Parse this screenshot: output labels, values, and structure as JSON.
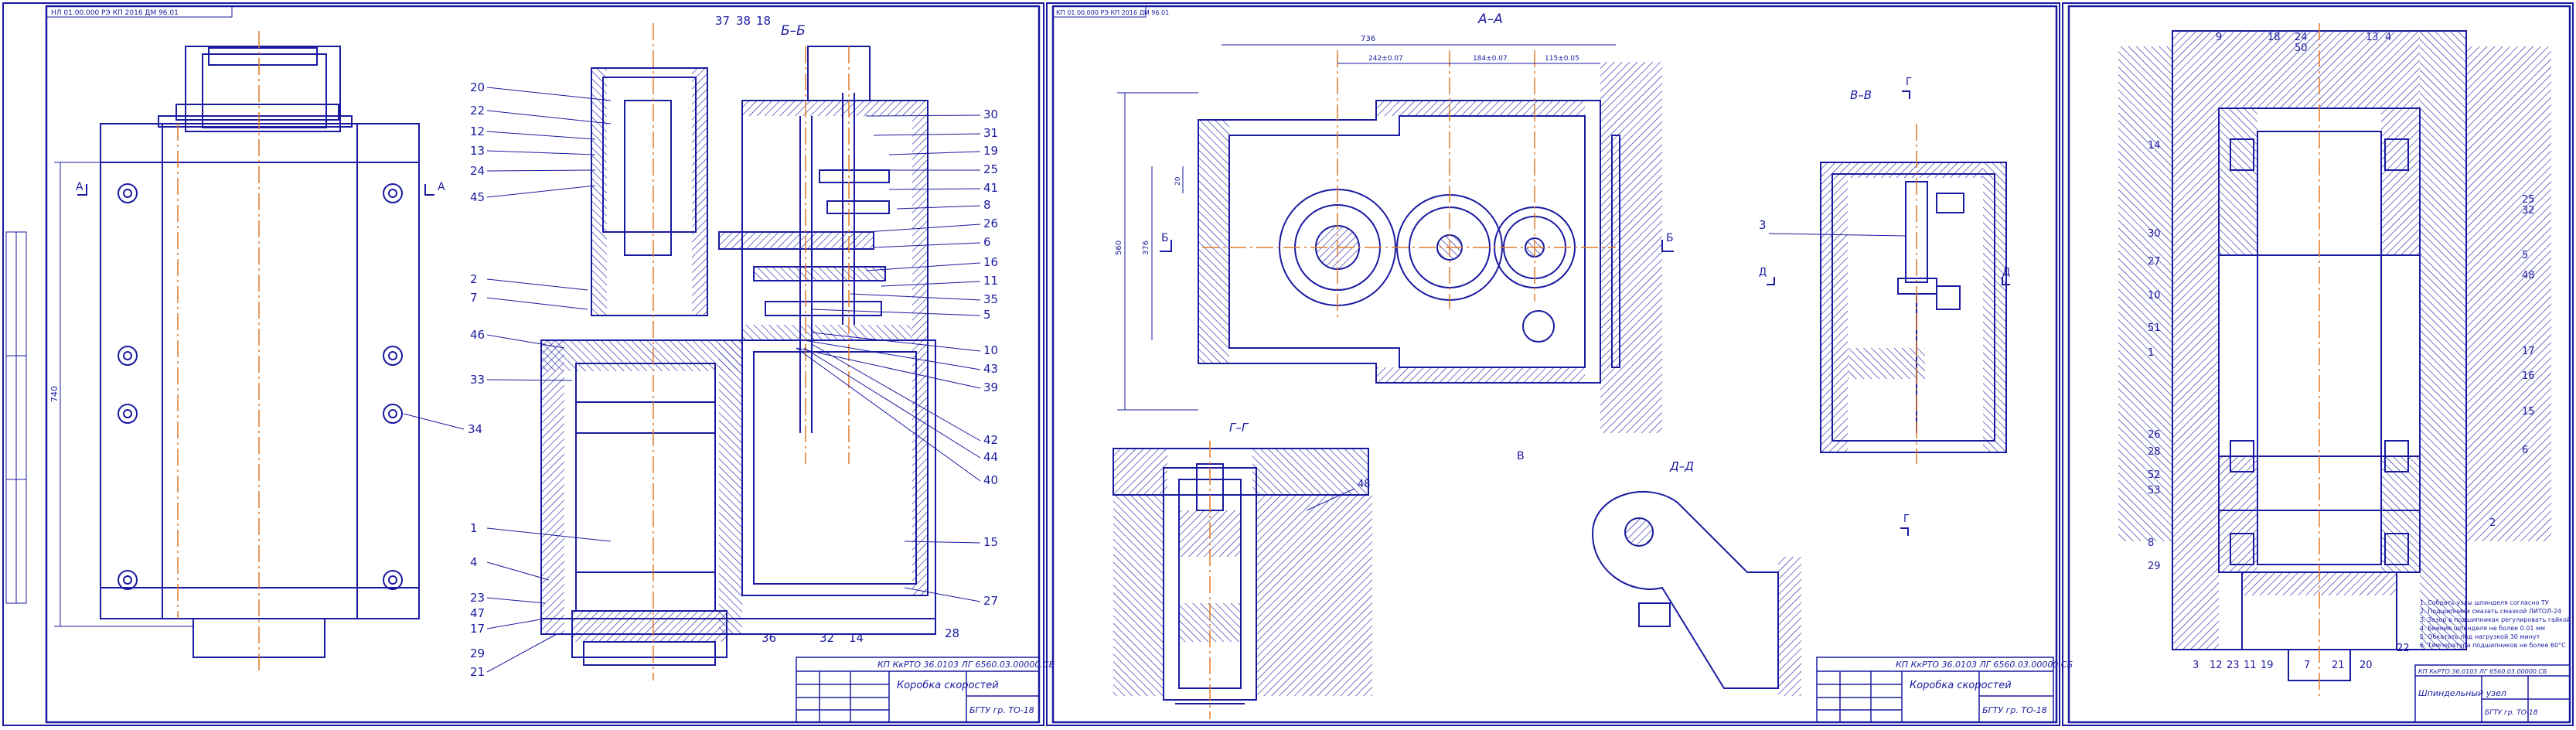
{
  "colors": {
    "line": "#1a1aa0",
    "center_line": "#e07a2a",
    "hatch": "#1a1aa0",
    "background": "#ffffff"
  },
  "sheet1": {
    "stamp_vertical": "НЛ 01.00.000 РЭ КП 2016 ДМ 96.01",
    "section_title": "Б–Б",
    "section_a": "А",
    "left_dimension": "740",
    "title_block": {
      "doc_code": "КП КкРТО 36.0103 ЛГ 6560.03.00000.СБ",
      "name": "Коробка скоростей",
      "group": "БГТУ гр. ТО-18"
    },
    "callouts_top": [
      "37",
      "38",
      "18"
    ],
    "callouts_left": [
      "20",
      "22",
      "12",
      "13",
      "24",
      "45",
      "2",
      "7",
      "46",
      "33",
      "1",
      "4",
      "23",
      "47",
      "17",
      "29",
      "21"
    ],
    "callouts_right": [
      "30",
      "31",
      "19",
      "25",
      "41",
      "8",
      "26",
      "6",
      "16",
      "11",
      "35",
      "5",
      "10",
      "43",
      "39",
      "42",
      "44",
      "40",
      "15",
      "27",
      "28"
    ],
    "callouts_bottom": [
      "36",
      "32",
      "14"
    ],
    "callout_34": "34"
  },
  "sheet2": {
    "stamp_vertical": "КП 01.00.000 РЭ КП 2016 ДМ 96.01",
    "section_aa": "А–А",
    "section_vv": "В–В",
    "section_gg": "Г–Г",
    "section_dd": "Д–Д",
    "label_b": "Б",
    "label_d": "Д",
    "label_g": "Г",
    "label_v": "В",
    "label_3": "3",
    "label_48": "48",
    "dims_top": [
      "736",
      "242±0.07",
      "184±0.07",
      "115±0.05"
    ],
    "dims_left": [
      "560",
      "376",
      "20"
    ],
    "title_block": {
      "doc_code": "КП КкРТО 36.0103 ЛГ 6560.03.00000.СБ",
      "name": "Коробка скоростей",
      "group": "БГТУ гр. ТО-18"
    }
  },
  "sheet3": {
    "callouts_top": [
      "9",
      "18",
      "24",
      "50",
      "13",
      "4"
    ],
    "callouts_left": [
      "14",
      "30",
      "27",
      "10",
      "51",
      "1",
      "26",
      "28",
      "52",
      "53",
      "8",
      "29"
    ],
    "callouts_right": [
      "25",
      "32",
      "5",
      "48",
      "17",
      "16",
      "15",
      "6",
      "2",
      "22"
    ],
    "callouts_bottom": [
      "3",
      "12",
      "23",
      "11",
      "19",
      "7",
      "21",
      "20"
    ],
    "notes": [
      "1. Собрать узлы шпинделя согласно ТУ",
      "2. Подшипники смазать смазкой ЛИТОЛ-24",
      "3. Зазор в подшипниках регулировать гайкой",
      "4. Биение шпинделя не более 0.01 мм",
      "5. Обкатать под нагрузкой 30 минут",
      "6. Температура подшипников не более 60°С"
    ],
    "title_block": {
      "doc_code": "КП КкРТО 36.0103 ЛГ 6560.03.00000.СБ",
      "name": "Шпиндельный узел",
      "group": "БГТУ гр. ТО-18"
    }
  }
}
